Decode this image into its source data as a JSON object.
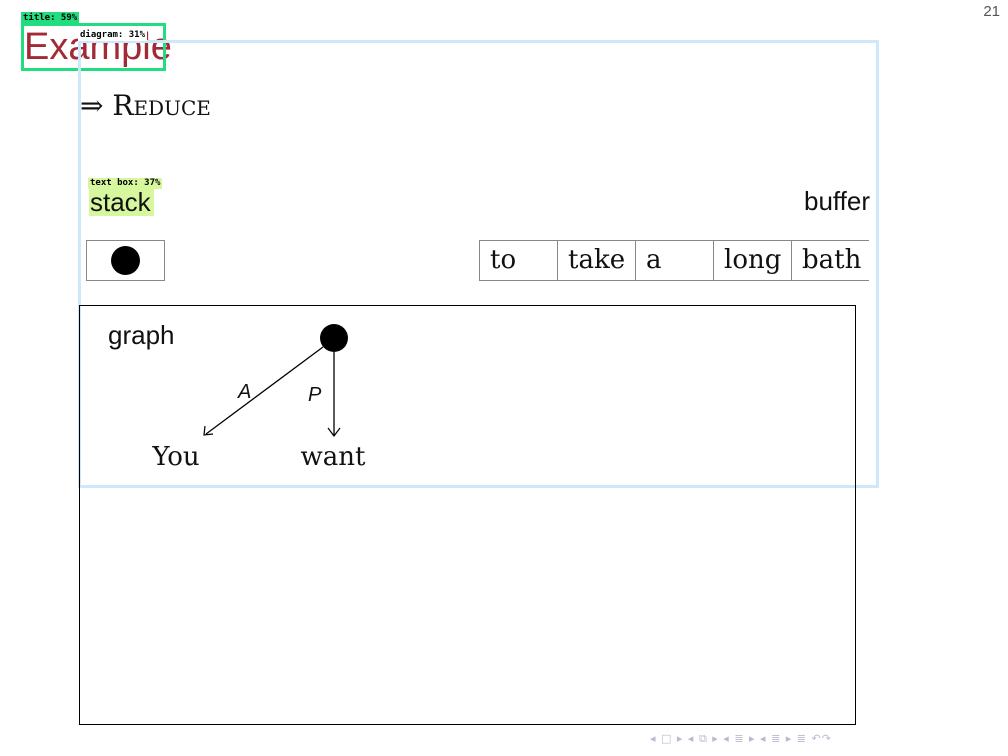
{
  "page_number": "21",
  "slide": {
    "title": "Example"
  },
  "overlays": {
    "title_tag": "title: 59%",
    "diagram_tag": "diagram: 31%",
    "textbox_tag": "text box: 37%"
  },
  "action": {
    "arrow": "⇒",
    "word": "Reduce"
  },
  "labels": {
    "stack": "stack",
    "buffer": "buffer",
    "graph": "graph"
  },
  "buffer_words": [
    "to",
    "take",
    "a",
    "long",
    "bath"
  ],
  "graph": {
    "nodes": {
      "left_word": "You",
      "right_word": "want"
    },
    "edges": {
      "left_label": "A",
      "right_label": "P"
    }
  },
  "navigation": {
    "symbols": "◂ □ ▸ ◂ ⧉ ▸ ◂ ≣ ▸ ◂ ≣ ▸ ≣ ↶↷"
  },
  "colors": {
    "title": "#a22a35",
    "title_box": "#22dd7f",
    "diagram_box": "#cde9f9",
    "textbox_highlight": "#d6f79d"
  }
}
